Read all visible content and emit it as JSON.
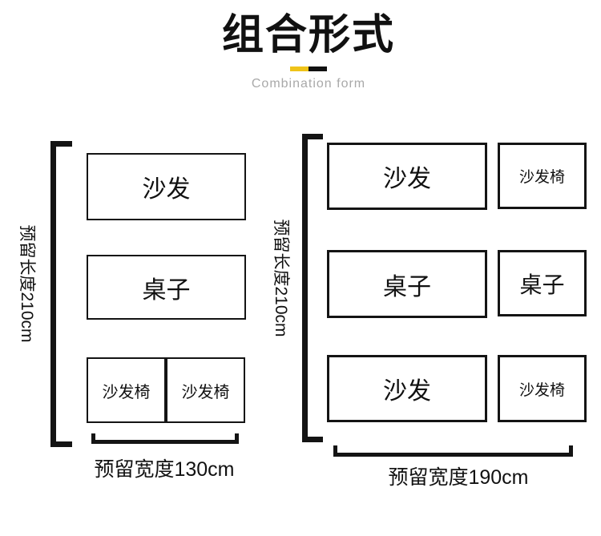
{
  "header": {
    "title": "组合形式",
    "subtitle": "Combination form",
    "divider_colors": {
      "yellow": "#EFC319",
      "black": "#111111"
    }
  },
  "colors": {
    "line": "#141414",
    "subtitle_gray": "#A9A9A9",
    "background": "#FFFFFF"
  },
  "diagrams": {
    "left": {
      "height_label": "预留长度210cm",
      "width_label": "预留宽度130cm",
      "boxes": [
        {
          "label": "沙发"
        },
        {
          "label": "桌子"
        },
        {
          "label": "沙发椅"
        },
        {
          "label": "沙发椅"
        }
      ]
    },
    "right": {
      "height_label": "预留长度210cm",
      "width_label": "预留宽度190cm",
      "boxes": [
        {
          "label": "沙发"
        },
        {
          "label": "沙发椅"
        },
        {
          "label": "桌子"
        },
        {
          "label": "桌子"
        },
        {
          "label": "沙发"
        },
        {
          "label": "沙发椅"
        }
      ]
    }
  }
}
